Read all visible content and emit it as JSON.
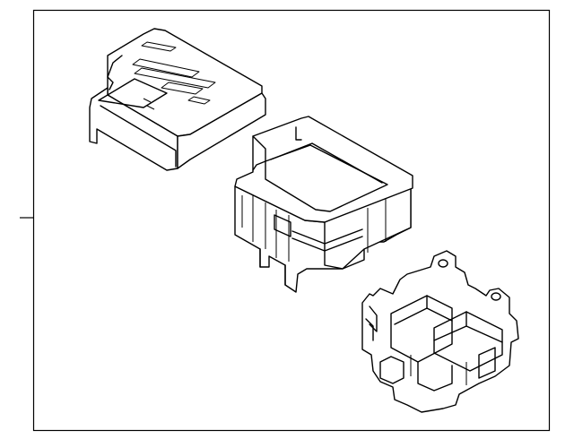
{
  "diagram": {
    "style": "exploded parts illustration, black line art on white",
    "colors": {
      "line": "#000000",
      "background": "#ffffff"
    },
    "parts": [
      {
        "name": "fuse-box-cover"
      },
      {
        "name": "fuse-box-body"
      },
      {
        "name": "fuse-box-bracket"
      }
    ],
    "callout_labels": []
  }
}
